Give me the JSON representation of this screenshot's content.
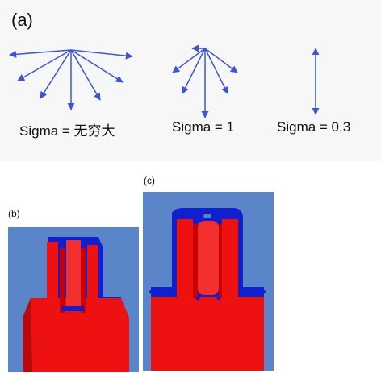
{
  "figure": {
    "panel_a": {
      "label": "(a)",
      "captions": [
        "Sigma = 无穷大",
        "Sigma = 1",
        "Sigma = 0.3"
      ]
    },
    "panel_b": {
      "label": "(b)"
    },
    "panel_c": {
      "label": "(c)"
    },
    "colors": {
      "arrow": "#3a55d6",
      "solid_red": "#ee1111",
      "coating_blue": "#1020cc",
      "background_blue": "#5a86c9"
    }
  }
}
